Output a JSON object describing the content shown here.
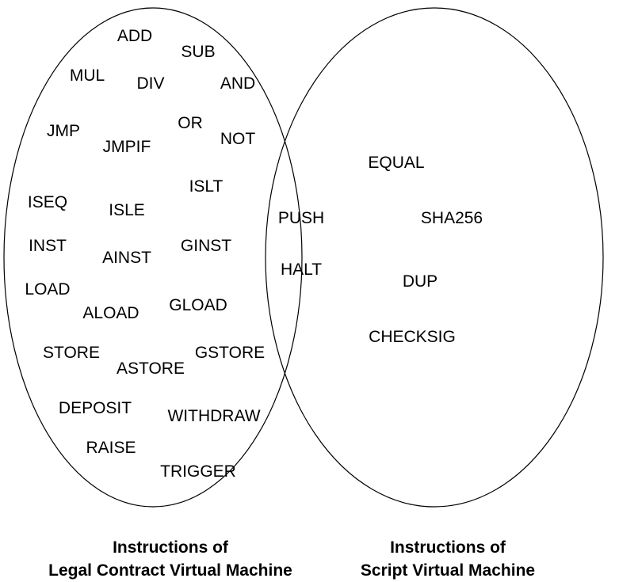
{
  "left_set": {
    "caption_line1": "Instructions of",
    "caption_line2": "Legal Contract Virtual Machine",
    "instructions": [
      "ADD",
      "SUB",
      "MUL",
      "DIV",
      "AND",
      "OR",
      "NOT",
      "JMP",
      "JMPIF",
      "ISLT",
      "ISEQ",
      "ISLE",
      "INST",
      "AINST",
      "GINST",
      "LOAD",
      "ALOAD",
      "GLOAD",
      "STORE",
      "ASTORE",
      "GSTORE",
      "DEPOSIT",
      "WITHDRAW",
      "RAISE",
      "TRIGGER"
    ]
  },
  "shared": {
    "instructions": [
      "PUSH",
      "HALT"
    ]
  },
  "right_set": {
    "caption_line1": "Instructions of",
    "caption_line2": "Script Virtual Machine",
    "instructions": [
      "EQUAL",
      "SHA256",
      "DUP",
      "CHECKSIG"
    ]
  }
}
